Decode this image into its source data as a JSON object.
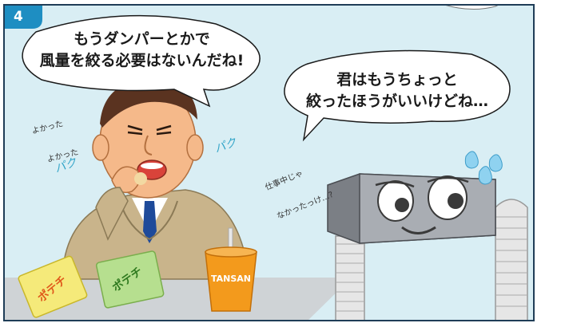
{
  "panel": {
    "number": "4",
    "colors": {
      "sky": "#d9eef4",
      "frame": "#1f3d57",
      "badge": "#1e8ec2",
      "table": "#cfd3d6"
    }
  },
  "man": {
    "speech": [
      "もうダンパーとかで",
      "風量を絞る必要はないんだね!"
    ],
    "murmur": [
      "よかった",
      "よかった"
    ],
    "sound_effects": [
      "パク",
      "パク"
    ]
  },
  "robot": {
    "speech": [
      "君はもうちょっと",
      "絞ったほうがいいけどね…"
    ],
    "murmur": [
      "仕事中じゃ",
      "なかったっけ…?"
    ]
  },
  "props": {
    "chip_bag_1": "ポテチ",
    "chip_bag_2": "ポテチ",
    "cup": "TANSAN"
  }
}
